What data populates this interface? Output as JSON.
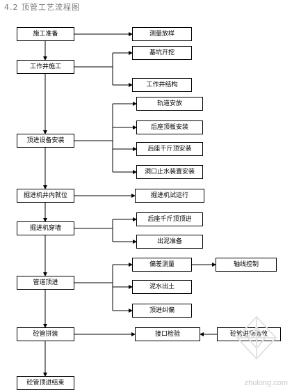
{
  "title": "4.2 顶管工艺流程图",
  "main_steps": [
    "施工准备",
    "工作井施工",
    "顶进设备安装",
    "掘进机井内就位",
    "掘进机穿墙",
    "管道顶进",
    "砼管拼装",
    "砼管顶进结束"
  ],
  "sub_steps": {
    "s1": "测量放样",
    "s2a": "基坑开挖",
    "s2b": "工作井结构",
    "s3a": "轨道安放",
    "s3b": "后座顶板安装",
    "s3c": "后座千斤顶安装",
    "s3d": "洞口止水装置安装",
    "s4": "掘进机试运行",
    "s5a": "后座千斤顶顶进",
    "s5b": "出泥准备",
    "s6a": "偏差测量",
    "s6a_right": "轴线控制",
    "s6b": "泥水出土",
    "s6c": "顶进纠偏",
    "s7": "接口检验",
    "s7_right": "砼管进场验收"
  },
  "watermark": "zhulong.com"
}
